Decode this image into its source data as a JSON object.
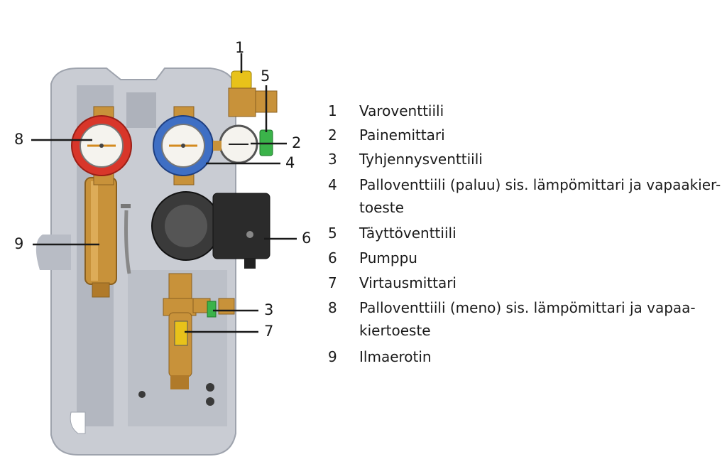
{
  "callouts": [
    {
      "n": "1"
    },
    {
      "n": "2"
    },
    {
      "n": "3"
    },
    {
      "n": "4"
    },
    {
      "n": "5"
    },
    {
      "n": "6"
    },
    {
      "n": "7"
    },
    {
      "n": "8"
    },
    {
      "n": "9"
    }
  ],
  "legend": [
    {
      "num": "1",
      "lines": [
        "Varoventtiili"
      ]
    },
    {
      "num": "2",
      "lines": [
        "Painemittari"
      ]
    },
    {
      "num": "3",
      "lines": [
        "Tyhjennysventtiili"
      ]
    },
    {
      "num": "4",
      "lines": [
        "Palloventtiili (paluu) sis. lämpömittari ja vapaakier-",
        "toeste"
      ]
    },
    {
      "num": "5",
      "lines": [
        "Täyttöventtiili"
      ]
    },
    {
      "num": "6",
      "lines": [
        "Pumppu"
      ]
    },
    {
      "num": "7",
      "lines": [
        "Virtausmittari"
      ]
    },
    {
      "num": "8",
      "lines": [
        "Palloventtiili (meno) sis. lämpömittari ja vapaa-",
        "kiertoeste"
      ]
    },
    {
      "num": "9",
      "lines": [
        "Ilmaerotin"
      ]
    }
  ],
  "colors": {
    "insulation": "#c9ccd3",
    "insulation_shade": "#a9adb6",
    "brass": "#c8923a",
    "red_handle": "#d8362a",
    "blue_handle": "#3f6fc4",
    "yellow_cap": "#e8c21a",
    "green_valve": "#3bb34a",
    "pump_body": "#2b2b2b"
  }
}
